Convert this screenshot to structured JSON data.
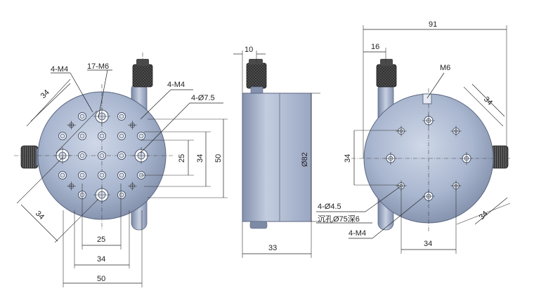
{
  "front_view": {
    "labels": {
      "m4_top_left": "4-M4",
      "m6_top": "17-M6",
      "m4_top_right": "4-M4",
      "bore": "4-Ø7.5"
    },
    "dims": {
      "diag_upper": "34",
      "diag_lower": "34",
      "v_25": "25",
      "v_34": "34",
      "v_50": "50",
      "h_25": "25",
      "h_34": "34",
      "h_50": "50"
    }
  },
  "side_view": {
    "dims": {
      "knob_width": "10",
      "diameter": "Ø82",
      "depth": "33"
    }
  },
  "rear_view": {
    "labels": {
      "m6": "M6",
      "holes": "4-Ø4.5",
      "counterbore": "沉孔Ø75深6",
      "m4": "4-M4"
    },
    "dims": {
      "overall": "91",
      "offset": "16",
      "diag_upper": "34",
      "diag_lower": "34",
      "vertical": "34",
      "horizontal": "34"
    }
  },
  "colors": {
    "body": "#a9b6cf",
    "body_dark": "#7d8aa6",
    "knob": "#4c4c4c",
    "line": "#222222"
  }
}
